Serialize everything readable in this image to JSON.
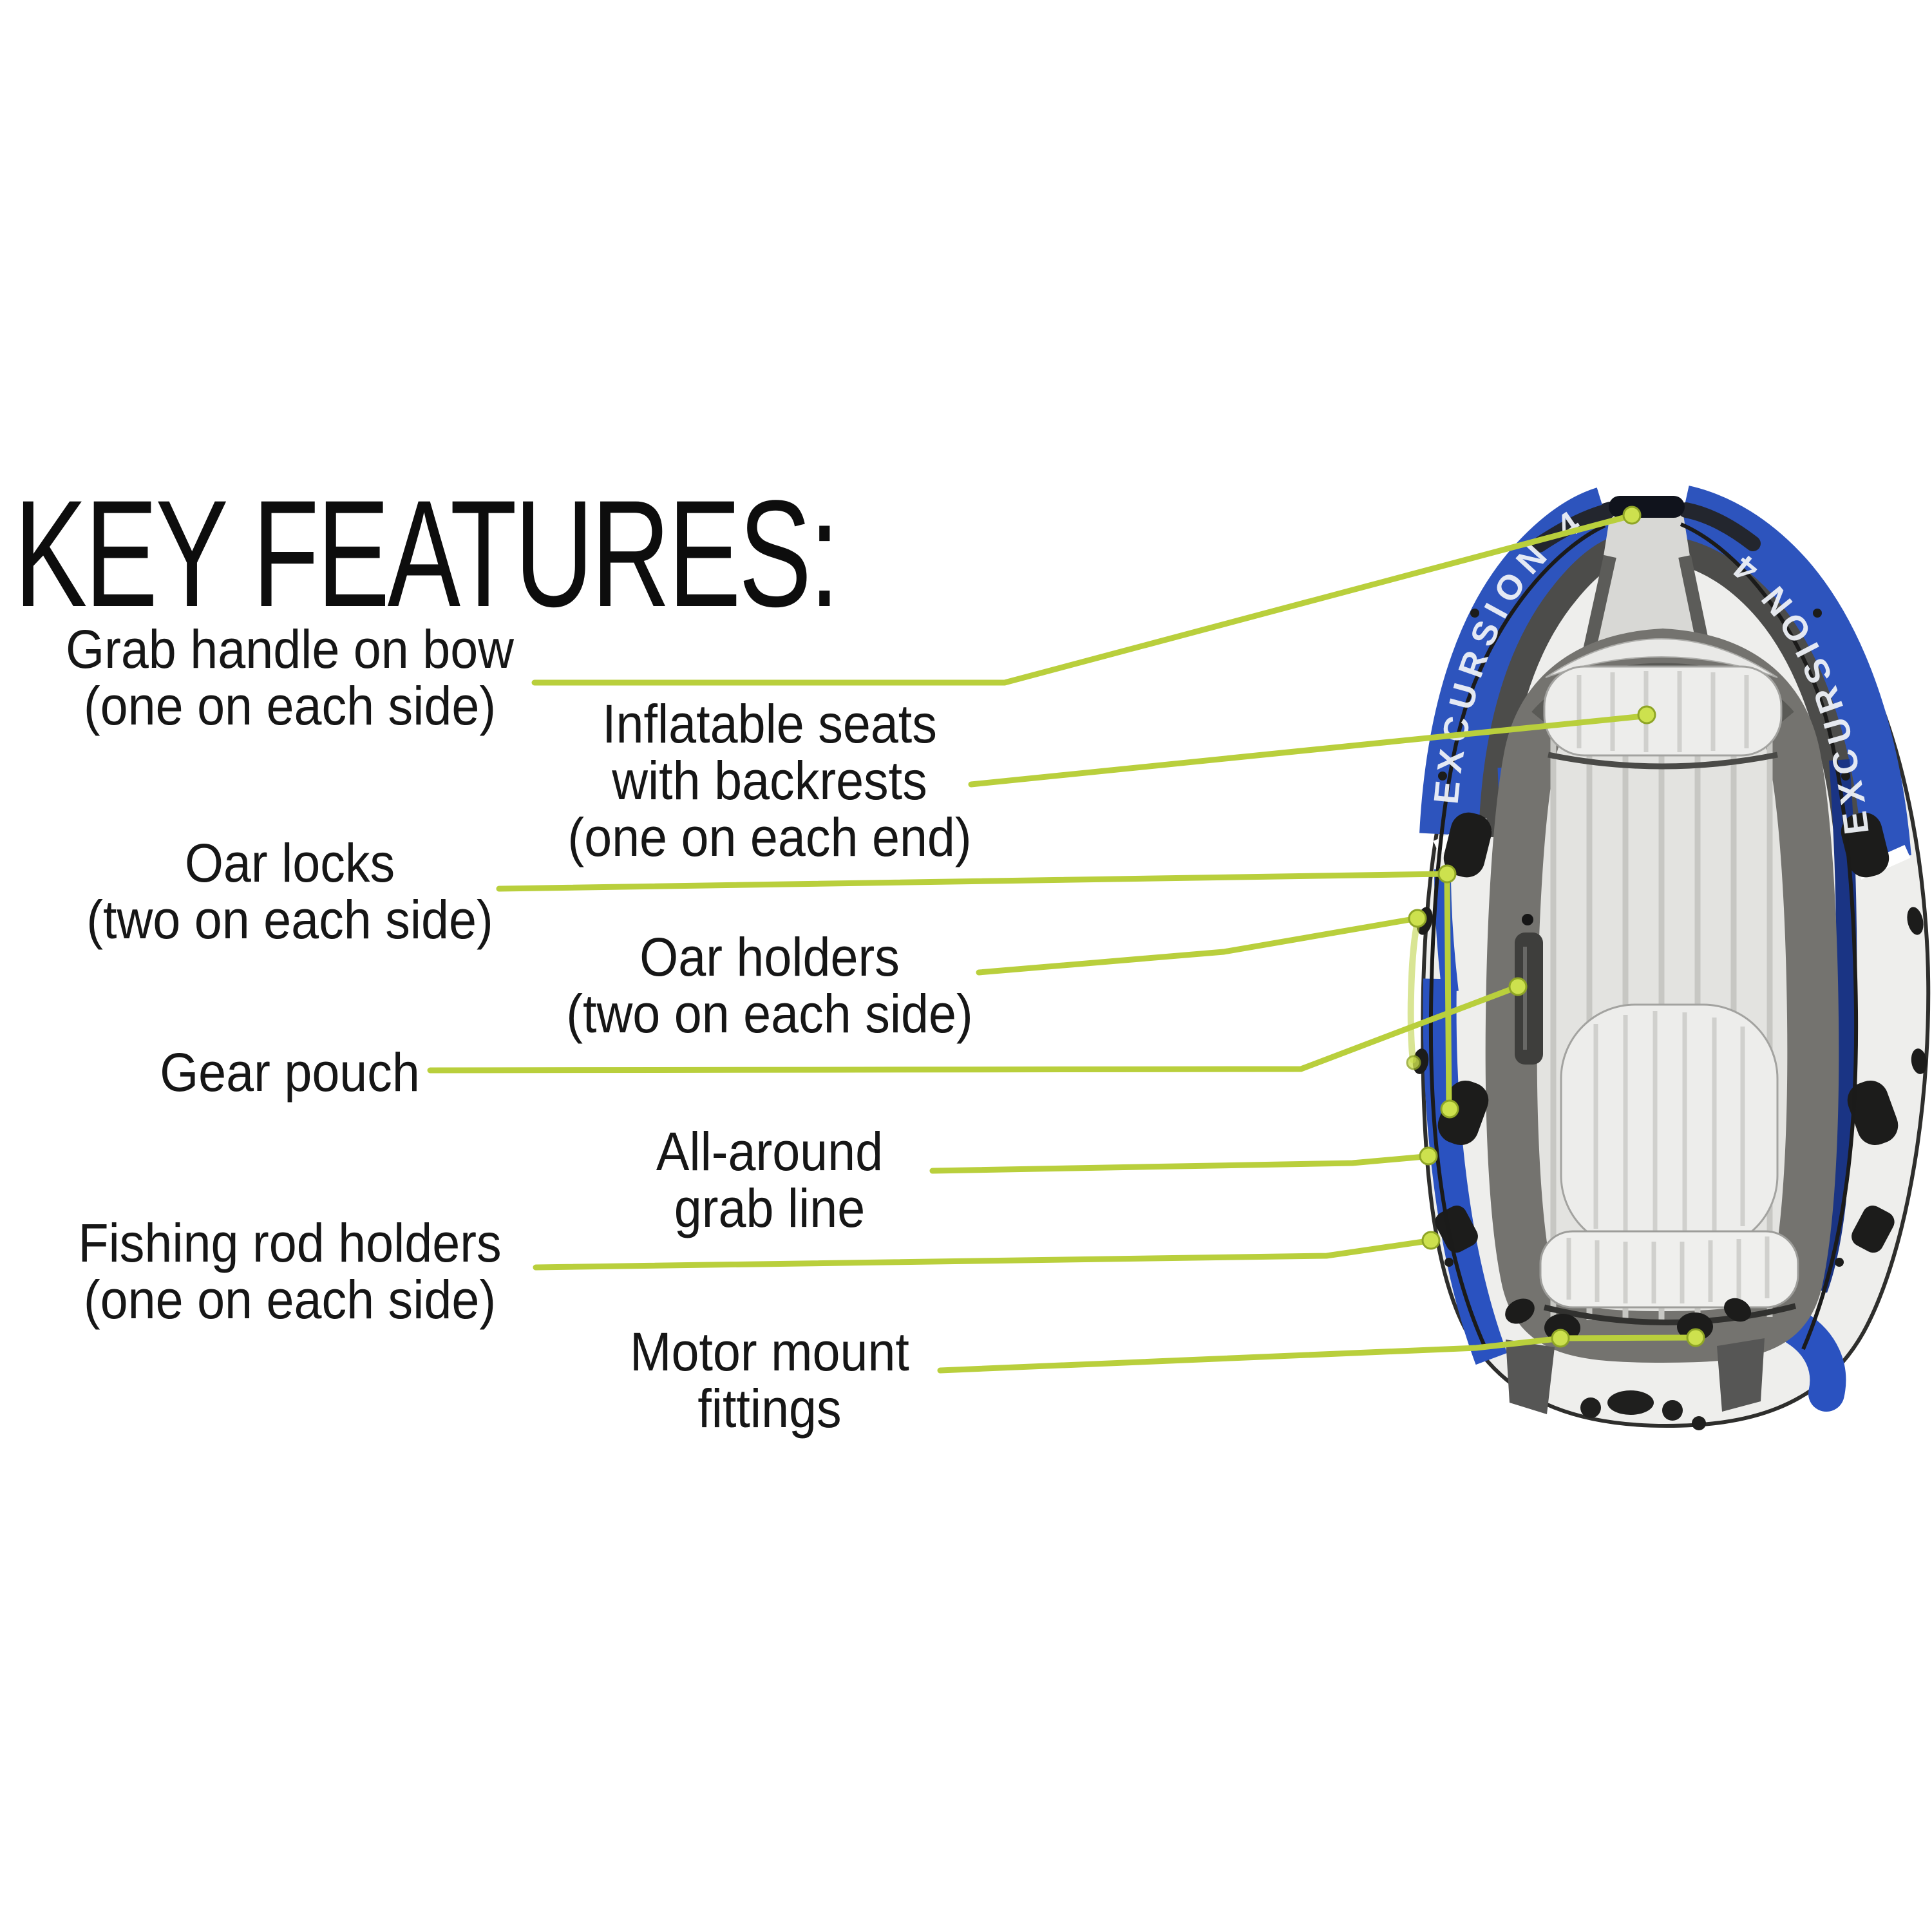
{
  "title": "KEY FEATURES:",
  "features": [
    {
      "name": "grab-handle",
      "lines": [
        "Grab handle on bow",
        "(one on each side)"
      ]
    },
    {
      "name": "inflatable-seats",
      "lines": [
        "Inflatable seats",
        "with backrests",
        "(one on each end)"
      ]
    },
    {
      "name": "oar-locks",
      "lines": [
        "Oar locks",
        "(two on each side)"
      ]
    },
    {
      "name": "oar-holders",
      "lines": [
        "Oar holders",
        "(two on each side)"
      ]
    },
    {
      "name": "gear-pouch",
      "lines": [
        "Gear pouch"
      ]
    },
    {
      "name": "all-around-grab-line",
      "lines": [
        "All-around",
        "grab line"
      ]
    },
    {
      "name": "fishing-rod-holders",
      "lines": [
        "Fishing rod holders",
        "(one on each side)"
      ]
    },
    {
      "name": "motor-mount-fittings",
      "lines": [
        "Motor mount",
        "fittings"
      ]
    }
  ],
  "boat": {
    "side_label": "EXCURSION 4"
  },
  "colors": {
    "callout_line": "#b9cf3c",
    "callout_dot": "#cde14e",
    "boat_blue": "#2d54bd",
    "boat_navy": "#1a3484",
    "hull": "#eeeeec",
    "floor": "#e3e3e0",
    "dark_trim": "#4c4c4a",
    "text": "#141414"
  }
}
